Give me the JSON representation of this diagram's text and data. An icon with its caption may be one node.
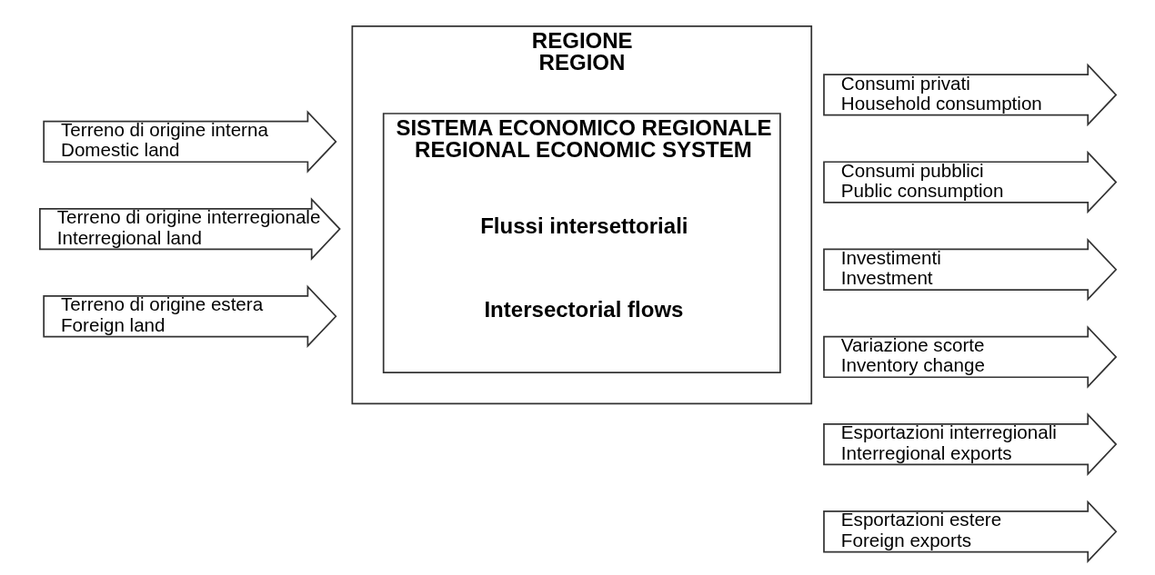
{
  "diagram": {
    "nodes": [
      {
        "text": [
          "REGIONE",
          "REGION"
        ]
      },
      {
        "text": [
          "SISTEMA ECONOMICO REGIONALE",
          "REGIONAL ECONOMIC SYSTEM"
        ],
        "in": 0
      },
      {
        "text": [
          "Terreno di origine interna",
          "Domestic land"
        ]
      },
      {
        "text": [
          "Terreno di origine interregionale",
          "Interregional land"
        ]
      },
      {
        "text": [
          "Terreno di origine estera",
          "Foreign land"
        ]
      },
      {
        "text": [
          "Consumi privati",
          "Household consumption"
        ]
      },
      {
        "text": [
          "Consumi pubblici",
          "Public consumption"
        ]
      },
      {
        "text": [
          "Investimenti",
          "Investment"
        ]
      },
      {
        "text": [
          "Variazione scorte",
          "Inventory change"
        ]
      },
      {
        "text": [
          "Esportazioni interregionali",
          "Interregional exports"
        ]
      },
      {
        "text": [
          "Esportazioni estere",
          "Foreign exports"
        ]
      }
    ],
    "labels": [
      "Flussi intersettoriali",
      "Intersectorial flows"
    ]
  }
}
